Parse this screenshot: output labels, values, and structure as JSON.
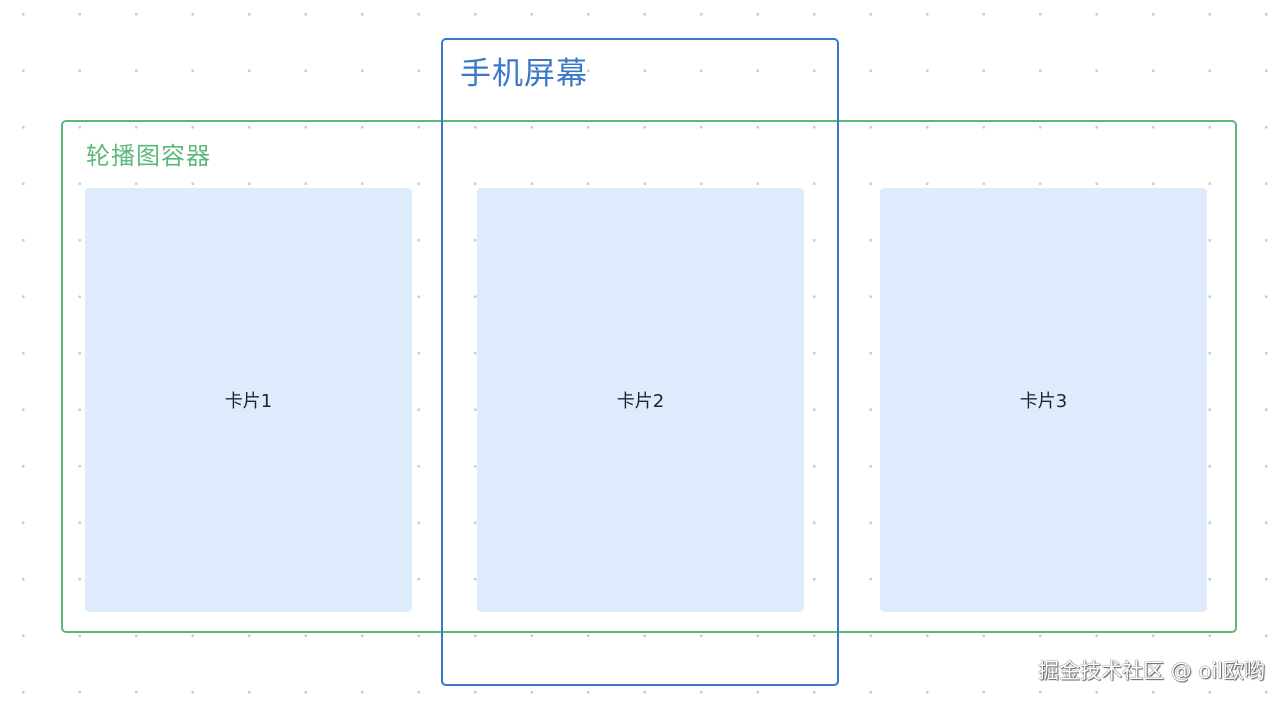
{
  "carousel": {
    "label": "轮播图容器",
    "border_color": "#5cb87a",
    "cards": [
      {
        "label": "卡片1"
      },
      {
        "label": "卡片2"
      },
      {
        "label": "卡片3"
      }
    ],
    "card_color": "#deebfd"
  },
  "screen": {
    "label": "手机屏幕",
    "border_color": "#3a78c9"
  },
  "watermark": "掘金技术社区 @ oil欧哟"
}
